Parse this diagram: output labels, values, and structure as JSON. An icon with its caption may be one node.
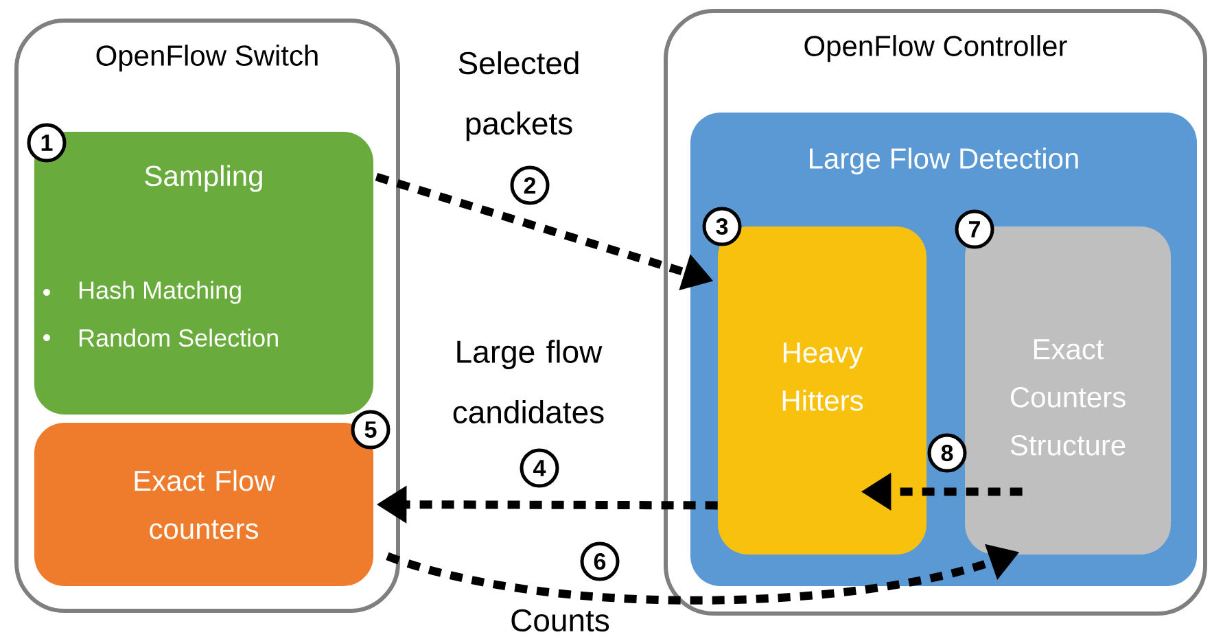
{
  "diagram": {
    "nodes": [
      {
        "text": [
          "OpenFlow Switch"
        ]
      },
      {
        "text": [
          "Sampling",
          "Hash Matching",
          "Random Selection"
        ],
        "in": 0
      },
      {
        "text": [
          "Exact Flow counters"
        ],
        "in": 0
      },
      {
        "text": [
          "OpenFlow Controller"
        ]
      },
      {
        "text": [
          "Large Flow Detection"
        ],
        "in": 3
      },
      {
        "text": [
          "Heavy Hitters"
        ],
        "in": 4
      },
      {
        "text": [
          "Exact Counters Structure"
        ],
        "in": 4
      }
    ],
    "edges": [
      {
        "from": 1,
        "to": 5,
        "arrow": "to",
        "label": "Selected packets"
      },
      {
        "from": 5,
        "to": 2,
        "arrow": "to",
        "label": "Large flow candidates"
      },
      {
        "from": 2,
        "to": 6,
        "arrow": "to",
        "label": "Counts"
      },
      {
        "from": 6,
        "to": 5,
        "arrow": "to"
      }
    ],
    "labels": [
      "1",
      "2",
      "3",
      "7",
      "5",
      "4",
      "8",
      "6"
    ]
  }
}
